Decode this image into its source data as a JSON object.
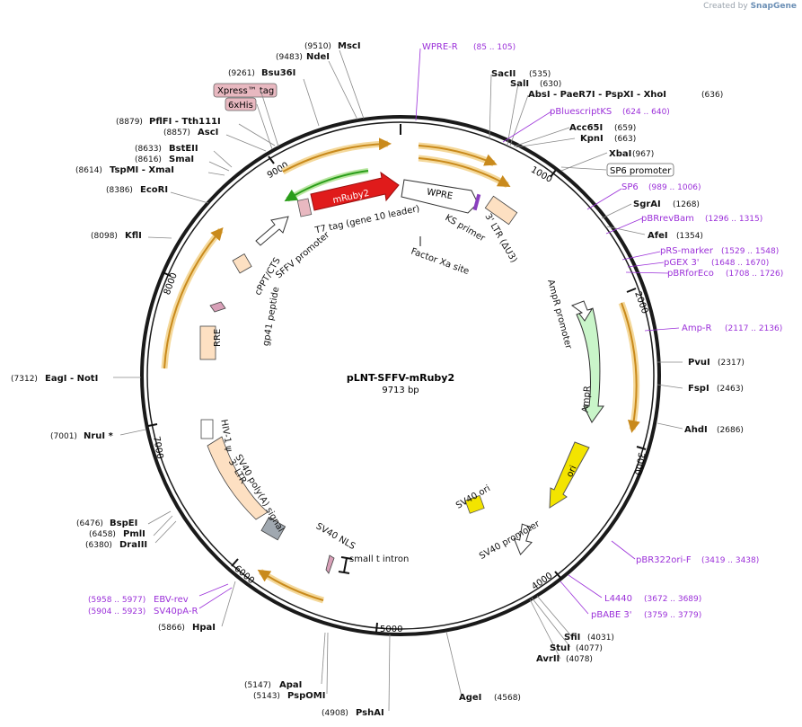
{
  "credit": {
    "prefix": "Created by",
    "brand": "SnapGene"
  },
  "plasmid": {
    "name": "pLNT-SFFV-mRuby2",
    "length": "9713 bp",
    "total_bp": 9713
  },
  "colors": {
    "backbone": "#1a1a1a",
    "enzyme": "#111111",
    "primer": "#9b30d9",
    "orange_arrow": "#c98a1c",
    "orange_glow": "#f4d89a",
    "mruby2": "#e01b1b",
    "green_arrow": "#2a9d1a",
    "ampr": "#c9f5c9",
    "ori": "#f3e400",
    "ltr": "#fde0c2",
    "tag_fill": "#e8b8c0"
  },
  "enzymes": [
    {
      "name": "MscI",
      "pos": "(9510)"
    },
    {
      "name": "NdeI",
      "pos": "(9483)"
    },
    {
      "name": "Bsu36I",
      "pos": "(9261)"
    },
    {
      "name": "PflFI - Tth111I",
      "pos": "(8879)"
    },
    {
      "name": "AscI",
      "pos": "(8857)"
    },
    {
      "name": "BstEII",
      "pos": "(8633)"
    },
    {
      "name": "SmaI",
      "pos": "(8616)"
    },
    {
      "name": "TspMI - XmaI",
      "pos": "(8614)"
    },
    {
      "name": "EcoRI",
      "pos": "(8386)"
    },
    {
      "name": "KflI",
      "pos": "(8098)"
    },
    {
      "name": "EagI - NotI",
      "pos": "(7312)"
    },
    {
      "name": "NruI *",
      "pos": "(7001)"
    },
    {
      "name": "BspEI",
      "pos": "(6476)"
    },
    {
      "name": "PmlI",
      "pos": "(6458)"
    },
    {
      "name": "DraIII",
      "pos": "(6380)"
    },
    {
      "name": "HpaI",
      "pos": "(5866)"
    },
    {
      "name": "ApaI",
      "pos": "(5147)"
    },
    {
      "name": "PspOMI",
      "pos": "(5143)"
    },
    {
      "name": "PshAI",
      "pos": "(4908)"
    },
    {
      "name": "AgeI",
      "pos": "(4568)"
    },
    {
      "name": "AvrII",
      "pos": "(4078)"
    },
    {
      "name": "StuI",
      "pos": "(4077)"
    },
    {
      "name": "SfiI",
      "pos": "(4031)"
    },
    {
      "name": "AhdI",
      "pos": "(2686)"
    },
    {
      "name": "FspI",
      "pos": "(2463)"
    },
    {
      "name": "PvuI",
      "pos": "(2317)"
    },
    {
      "name": "AfeI",
      "pos": "(1354)"
    },
    {
      "name": "SgrAI",
      "pos": "(1268)"
    },
    {
      "name": "XbaI",
      "pos": "(967)"
    },
    {
      "name": "KpnI",
      "pos": "(663)"
    },
    {
      "name": "Acc65I",
      "pos": "(659)"
    },
    {
      "name": "AbsI - PaeR7I - PspXI - XhoI",
      "pos": "(636)"
    },
    {
      "name": "SalI",
      "pos": "(630)"
    },
    {
      "name": "SacII",
      "pos": "(535)"
    }
  ],
  "primers": [
    {
      "name": "WPRE-R",
      "range": "(85 .. 105)"
    },
    {
      "name": "pBluescriptKS",
      "range": "(624 .. 640)"
    },
    {
      "name": "SP6",
      "range": "(989 .. 1006)"
    },
    {
      "name": "pBRrevBam",
      "range": "(1296 .. 1315)"
    },
    {
      "name": "pRS-marker",
      "range": "(1529 .. 1548)"
    },
    {
      "name": "pGEX 3'",
      "range": "(1648 .. 1670)"
    },
    {
      "name": "pBRforEco",
      "range": "(1708 .. 1726)"
    },
    {
      "name": "Amp-R",
      "range": "(2117 .. 2136)"
    },
    {
      "name": "pBR322ori-F",
      "range": "(3419 .. 3438)"
    },
    {
      "name": "L4440",
      "range": "(3672 .. 3689)"
    },
    {
      "name": "pBABE 3'",
      "range": "(3759 .. 3779)"
    },
    {
      "name": "EBV-rev",
      "range": "(5958 .. 5977)"
    },
    {
      "name": "SV40pA-R",
      "range": "(5904 .. 5923)"
    }
  ],
  "boxed_labels": [
    "Xpress™ tag",
    "6xHis",
    "SP6 promoter"
  ],
  "features": {
    "mruby2": "mRuby2",
    "wpre": "WPRE",
    "t7_tag": "T7 tag (gene 10 leader)",
    "sffv": "SFFV promoter",
    "cppt": "cPPT/CTS",
    "gp41": "gp41 peptide",
    "rre": "RRE",
    "hiv_psi": "HIV-1 ψ",
    "ltr_left": "3' LTR",
    "sv40_polya": "SV40 poly(A) signal",
    "sv40_nls": "SV40 NLS",
    "small_t": "small t intron",
    "sv40_promoter": "SV40 promoter",
    "sv40_ori": "SV40 ori",
    "ori": "ori",
    "ampr": "AmpR",
    "ampr_promoter": "AmpR promoter",
    "ltr_right": "3' LTR (ΔU3)",
    "ks_primer": "KS primer",
    "factor_xa": "Factor Xa site"
  },
  "ticks": [
    "1000",
    "2000",
    "3000",
    "4000",
    "5000",
    "6000",
    "7000",
    "8000",
    "9000"
  ]
}
